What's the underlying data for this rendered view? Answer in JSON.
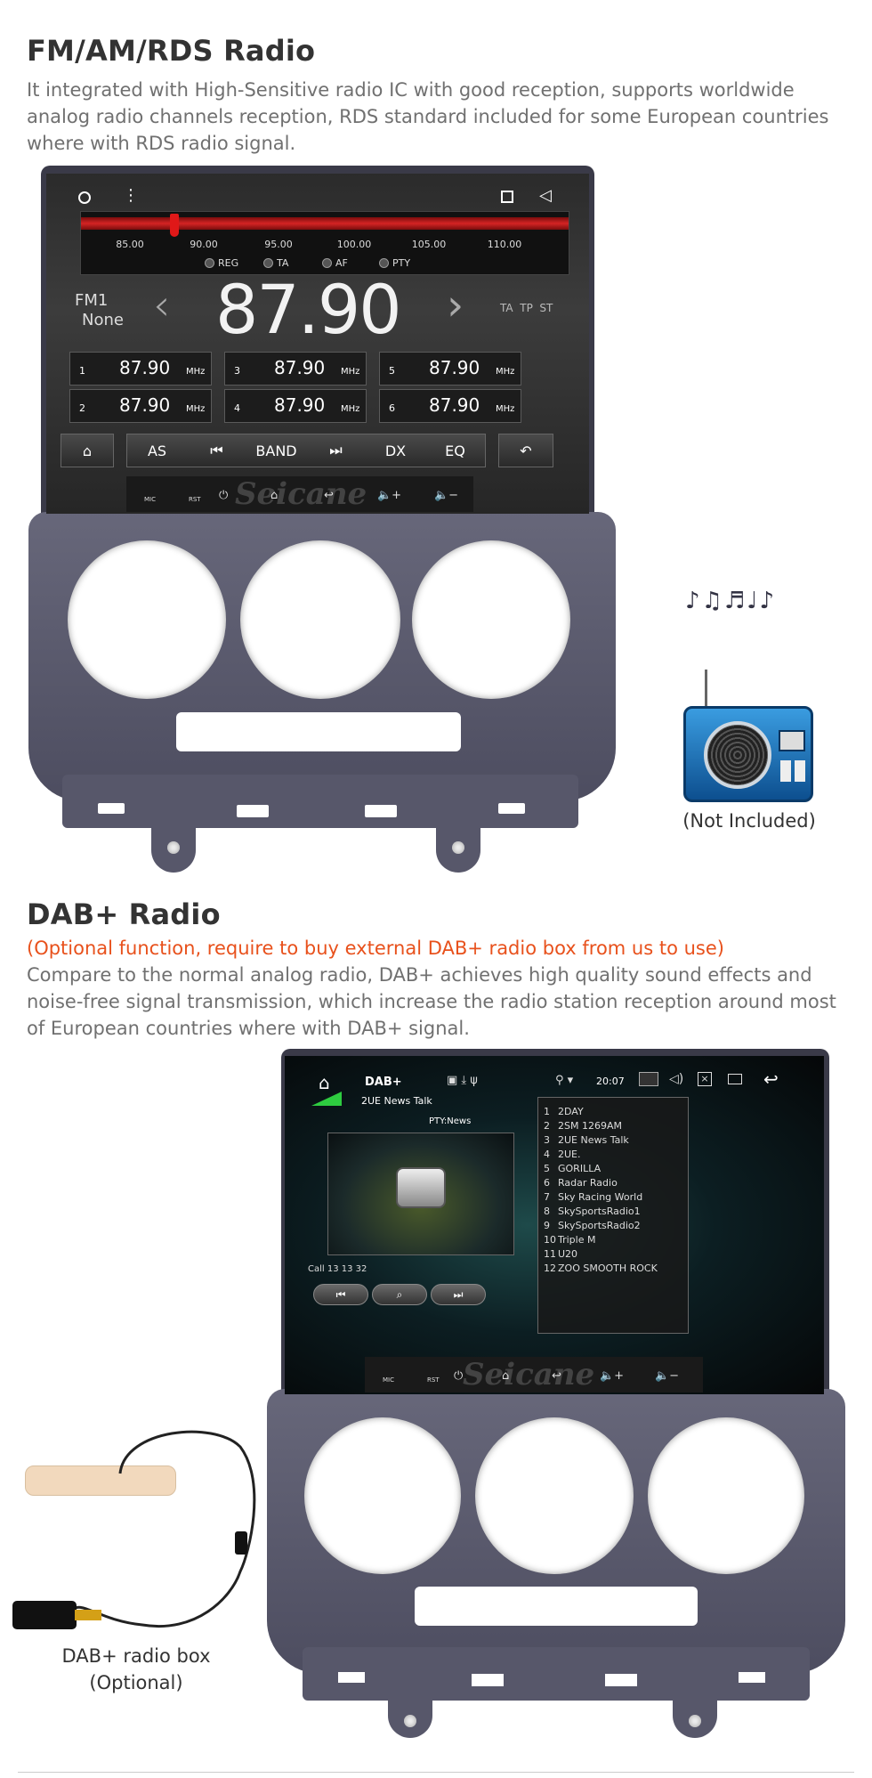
{
  "section1": {
    "title": "FM/AM/RDS Radio",
    "description": "It integrated with High-Sensitive radio IC with good reception, supports worldwide analog radio channels reception, RDS standard included for some European countries where with RDS radio signal."
  },
  "fm_screen": {
    "scale_ticks": [
      "85.00",
      "90.00",
      "95.00",
      "100.00",
      "105.00",
      "110.00"
    ],
    "options": [
      "REG",
      "TA",
      "AF",
      "PTY"
    ],
    "band": "FM1",
    "band_sub": "None",
    "frequency": "87.90",
    "flags": "TA  TP  ST",
    "presets": [
      {
        "num": "1",
        "freq": "87.90",
        "unit": "MHz"
      },
      {
        "num": "3",
        "freq": "87.90",
        "unit": "MHz"
      },
      {
        "num": "5",
        "freq": "87.90",
        "unit": "MHz"
      },
      {
        "num": "2",
        "freq": "87.90",
        "unit": "MHz"
      },
      {
        "num": "4",
        "freq": "87.90",
        "unit": "MHz"
      },
      {
        "num": "6",
        "freq": "87.90",
        "unit": "MHz"
      }
    ],
    "controls": [
      "AS",
      "BAND",
      "DX",
      "EQ"
    ],
    "hw_labels": {
      "mic": "MIC",
      "rst": "RST"
    },
    "watermark": "Seicane"
  },
  "radio_note": "(Not Included)",
  "section2": {
    "title": "DAB+ Radio",
    "optional_note": "(Optional function, require to buy external DAB+ radio box from us to use)",
    "description": "Compare to the normal analog radio, DAB+ achieves high quality sound effects and noise-free signal transmission, which increase the radio station reception around most of European countries where with DAB+ signal."
  },
  "dab_screen": {
    "app_title": "DAB+",
    "time": "20:07",
    "station": "2UE News Talk",
    "pty": "PTY:News",
    "info": "Call 13 13 32",
    "stations": [
      {
        "n": "1",
        "name": "2DAY"
      },
      {
        "n": "2",
        "name": "2SM 1269AM"
      },
      {
        "n": "3",
        "name": "2UE News Talk"
      },
      {
        "n": "4",
        "name": "2UE."
      },
      {
        "n": "5",
        "name": "GORILLA"
      },
      {
        "n": "6",
        "name": "Radar Radio"
      },
      {
        "n": "7",
        "name": "Sky Racing World"
      },
      {
        "n": "8",
        "name": "SkySportsRadio1"
      },
      {
        "n": "9",
        "name": "SkySportsRadio2"
      },
      {
        "n": "10",
        "name": "Triple M"
      },
      {
        "n": "11",
        "name": "U20"
      },
      {
        "n": "12",
        "name": "ZOO SMOOTH ROCK"
      }
    ],
    "hw_labels": {
      "mic": "MIC",
      "rst": "RST"
    },
    "watermark": "Seicane"
  },
  "dab_box": {
    "caption": "DAB+ radio box",
    "optional": "(Optional)"
  },
  "colors": {
    "accent": "#e8511c",
    "heading": "#333333",
    "body": "#707070",
    "bezel": "#5a5a6e"
  }
}
